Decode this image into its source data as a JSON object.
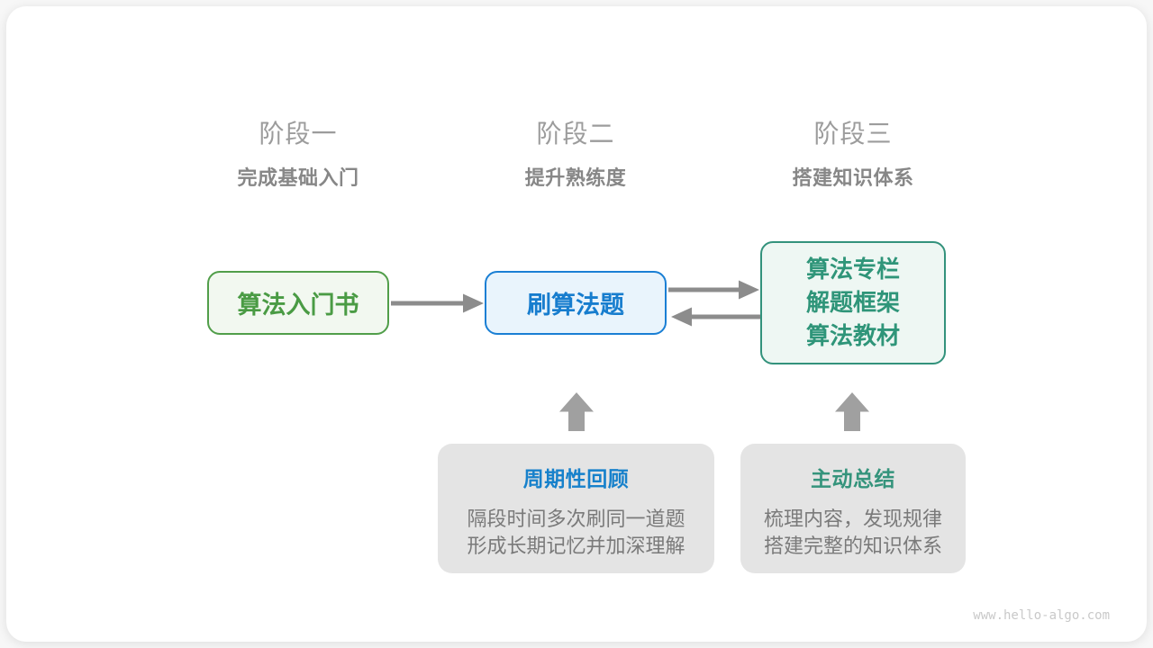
{
  "stages": [
    {
      "label": "阶段一",
      "subtitle": "完成基础入门"
    },
    {
      "label": "阶段二",
      "subtitle": "提升熟练度"
    },
    {
      "label": "阶段三",
      "subtitle": "搭建知识体系"
    }
  ],
  "nodes": {
    "intro_book": {
      "label": "算法入门书"
    },
    "practice": {
      "label": "刷算法题"
    },
    "resources": {
      "lines": [
        "算法专栏",
        "解题框架",
        "算法教材"
      ]
    }
  },
  "callouts": [
    {
      "title": "周期性回顾",
      "lines": [
        "隔段时间多次刷同一道题",
        "形成长期记忆并加深理解"
      ]
    },
    {
      "title": "主动总结",
      "lines": [
        "梳理内容，发现规律",
        "搭建完整的知识体系"
      ]
    }
  ],
  "watermark": "www.hello-algo.com",
  "colors": {
    "green_border": "#519e4a",
    "green_fill": "#f2f8f0",
    "green_text": "#4a9b44",
    "blue_border": "#1a7fd4",
    "blue_fill": "#e9f4fc",
    "blue_text": "#177dce",
    "teal_border": "#33927c",
    "teal_fill": "#eef7f3",
    "teal_text": "#2f9579",
    "callout_fill": "#e4e4e4",
    "callout_title_blue": "#1781cb",
    "callout_title_teal": "#35947c",
    "body_gray": "#7a7a7a",
    "stage_label_gray": "#9c9c9c",
    "arrow_gray": "#8c8c8c",
    "block_arrow_gray": "#a0a0a0"
  }
}
